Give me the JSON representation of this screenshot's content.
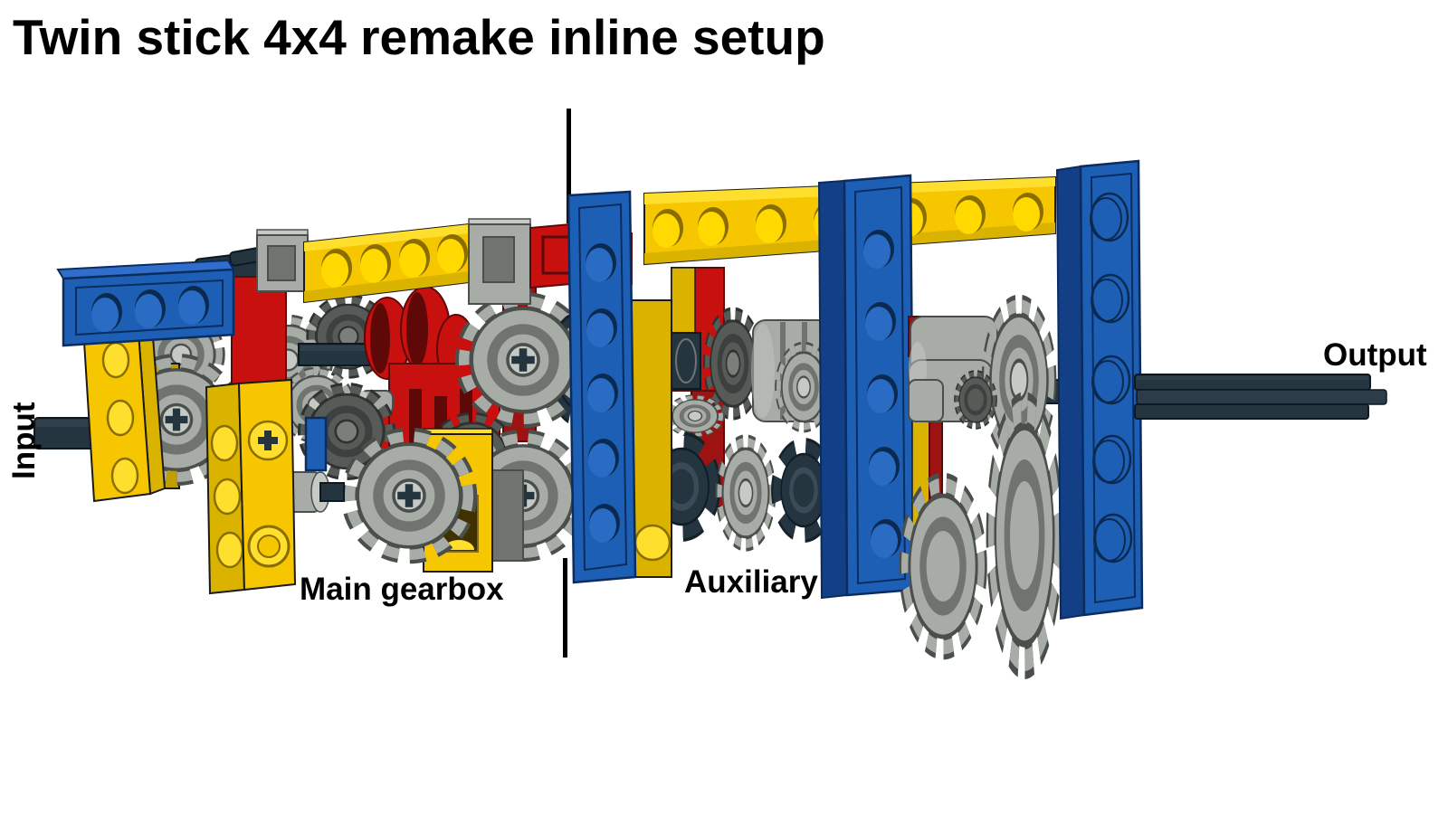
{
  "title": "Twin stick 4x4 remake inline setup",
  "labels": {
    "input": "Input",
    "output": "Output",
    "main_gearbox": "Main gearbox",
    "auxiliary": "Auxiliary"
  },
  "palette": {
    "background": "#FFFFFF",
    "label_text": "#000000",
    "lego_yellow": "#F6C700",
    "lego_blue": "#1E5FB6",
    "lego_red": "#C8100F",
    "gear_gray": "#A8ACA7",
    "gear_dark_gray": "#565B58",
    "axle_dark_blue": "#243540"
  }
}
